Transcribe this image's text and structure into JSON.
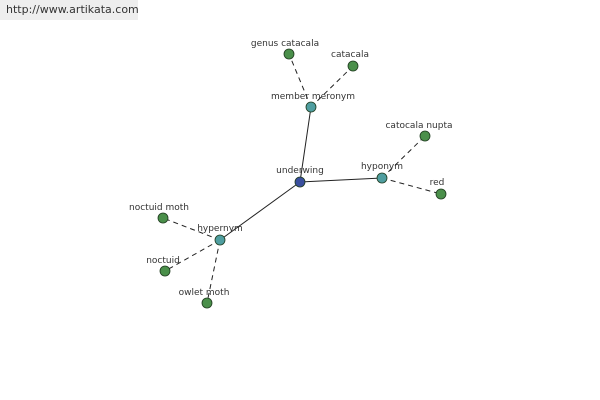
{
  "site_url": "http://www.artikata.com",
  "colors": {
    "center_node": "#3a4f9e",
    "relation_node": "#4f9ea0",
    "leaf_node": "#4a8f4a",
    "node_stroke": "#1e3a1e",
    "edge": "#222222"
  },
  "graph": {
    "center": {
      "id": "underwing",
      "label": "underwing"
    },
    "relations": [
      {
        "id": "member-meronym",
        "label": "member meronym",
        "terms": [
          {
            "id": "genus-catacala",
            "label": "genus catacala"
          },
          {
            "id": "catacala",
            "label": "catacala"
          }
        ]
      },
      {
        "id": "hyponym",
        "label": "hyponym",
        "terms": [
          {
            "id": "catocala-nupta",
            "label": "catocala nupta"
          },
          {
            "id": "red",
            "label": "red"
          }
        ]
      },
      {
        "id": "hypernym",
        "label": "hypernym",
        "terms": [
          {
            "id": "noctuid-moth",
            "label": "noctuid moth"
          },
          {
            "id": "noctuid",
            "label": "noctuid"
          },
          {
            "id": "owlet-moth",
            "label": "owlet moth"
          }
        ]
      }
    ]
  }
}
